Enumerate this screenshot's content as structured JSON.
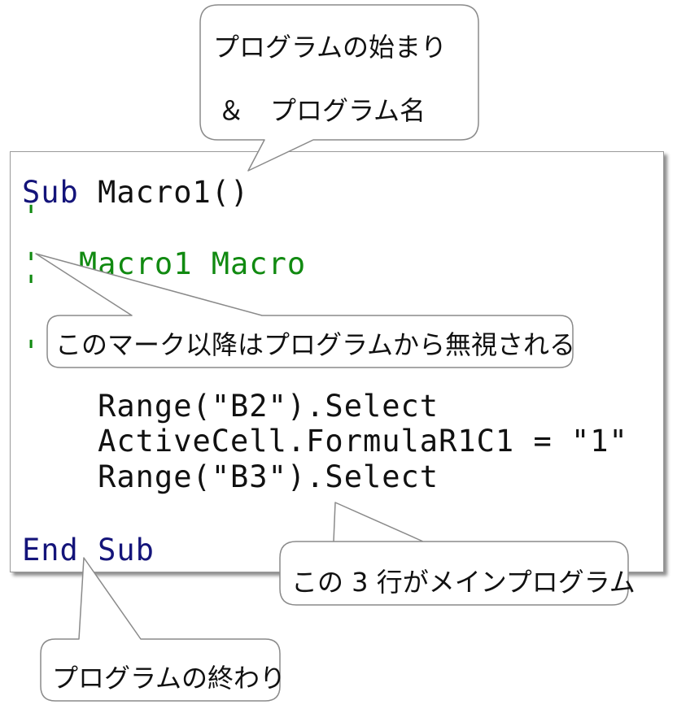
{
  "code": {
    "lines": [
      {
        "keyword": "Sub",
        "rest": " Macro1()"
      },
      {
        "comment": "'"
      },
      {
        "comment": "'  Macro1 Macro"
      },
      {
        "comment": "'"
      },
      {
        "comment": "'"
      },
      {
        "plain": "    Range(\"B2\").Select"
      },
      {
        "plain": "    ActiveCell.FormulaR1C1 = \"1\""
      },
      {
        "plain": "    Range(\"B3\").Select"
      },
      {
        "keyword": "End Sub"
      }
    ]
  },
  "callouts": {
    "program_start": {
      "line1": "プログラムの始まり",
      "line2": "＆　プログラム名"
    },
    "comment_mark": {
      "text": "このマーク以降はプログラムから無視される"
    },
    "main_program": {
      "text": "この 3 行がメインプログラム"
    },
    "program_end": {
      "text": "プログラムの終わり"
    }
  },
  "colors": {
    "keyword": "#14147a",
    "comment": "#118a11",
    "text": "#111111",
    "callout_border": "#8a8a8a"
  }
}
